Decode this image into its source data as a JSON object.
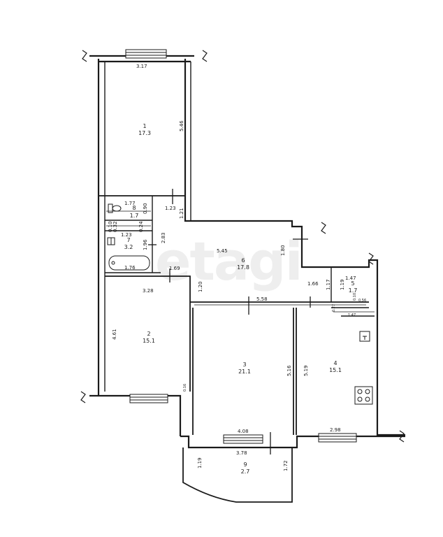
{
  "watermark": "etagi",
  "rooms": [
    {
      "number": "1",
      "area": "17.3"
    },
    {
      "number": "2",
      "area": "15.1"
    },
    {
      "number": "3",
      "area": "21.1"
    },
    {
      "number": "4",
      "area": "15.1"
    },
    {
      "number": "5",
      "area": "1.7"
    },
    {
      "number": "6",
      "area": "17.8"
    },
    {
      "number": "7",
      "area": "3.2"
    },
    {
      "number": "8",
      "area": "1.7"
    },
    {
      "number": "9",
      "area": "2.7"
    }
  ],
  "dimensions": {
    "room1_width": "3.17",
    "room1_length": "5.46",
    "wc_width": "1.77",
    "wc_depth": "0.90",
    "bath_width": "1.76",
    "bath_depth": "1.96",
    "bath_step": "1.23",
    "bath_gap": "0.24",
    "corridor_width": "1.23",
    "corridor_lower": "1.69",
    "corridor_height": "2.83",
    "hall_upper_offset": "1.21",
    "hall_length": "5.45",
    "hall_nook": "1.80",
    "hall_depth": "1.20",
    "hall_width": "5.58",
    "room2_width": "3.28",
    "room2_depth": "4.61",
    "room2_pier": "0.16",
    "room3_depth": "5.16",
    "room3_width": "4.08",
    "room4_depth": "5.19",
    "room4_width": "2.98",
    "room5_width": "1.47",
    "room5_depth": "1.19",
    "room5_wall": "1.17",
    "pantry_width": "1.66",
    "room5_small_a": "0.56",
    "room5_small_b": "0.10",
    "kitchen_top": "1.47",
    "kitchen_small": "0.27",
    "loggia_width": "3.78",
    "loggia_left": "1.19",
    "loggia_right": "1.72",
    "wc_small_a": "0.10",
    "wc_small_b": "0.32"
  }
}
